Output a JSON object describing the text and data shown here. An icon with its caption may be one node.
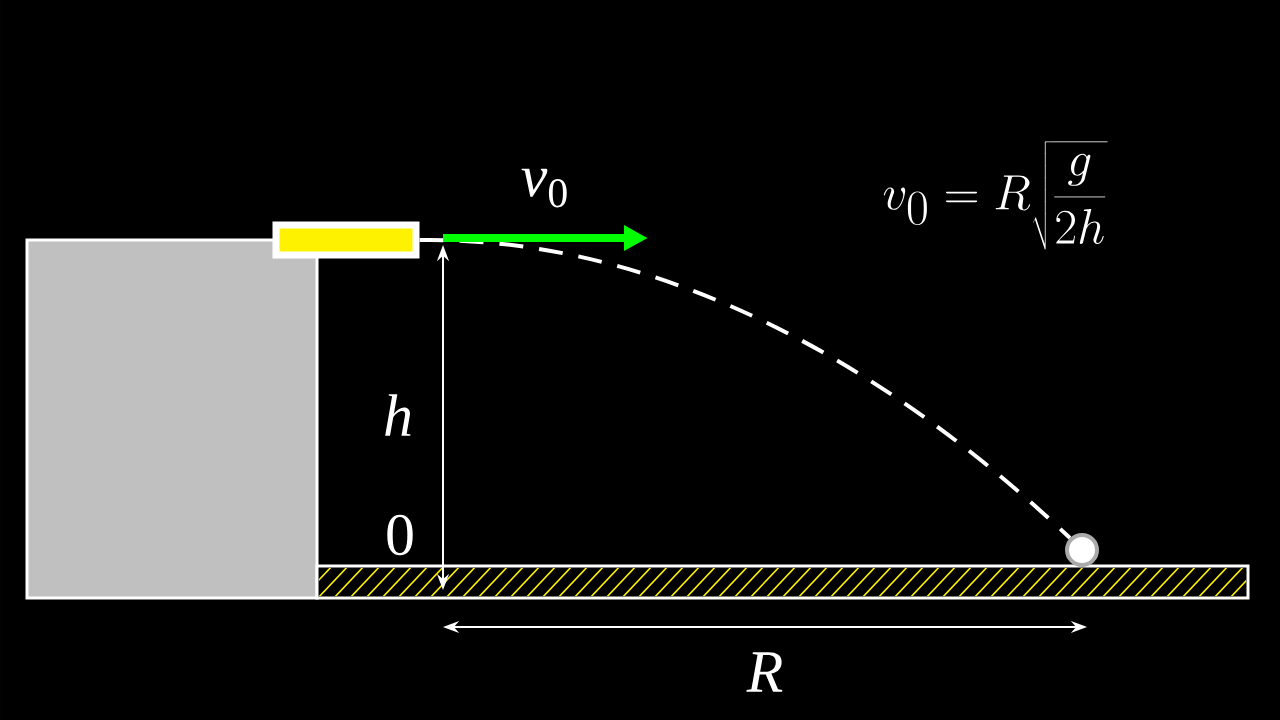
{
  "diagram": {
    "nodes": [
      {
        "text": [],
        "shape": "box"
      },
      {
        "text": [],
        "shape": "circle"
      }
    ],
    "edges": [
      {
        "from": 0,
        "to": 1,
        "arrow": "none",
        "style": "dashed"
      }
    ],
    "labels": [
      "*v*$_{0}$",
      "v_0 = R\\sqrt{\\frac{g}{2h}}",
      "h",
      "0",
      "R"
    ]
  }
}
